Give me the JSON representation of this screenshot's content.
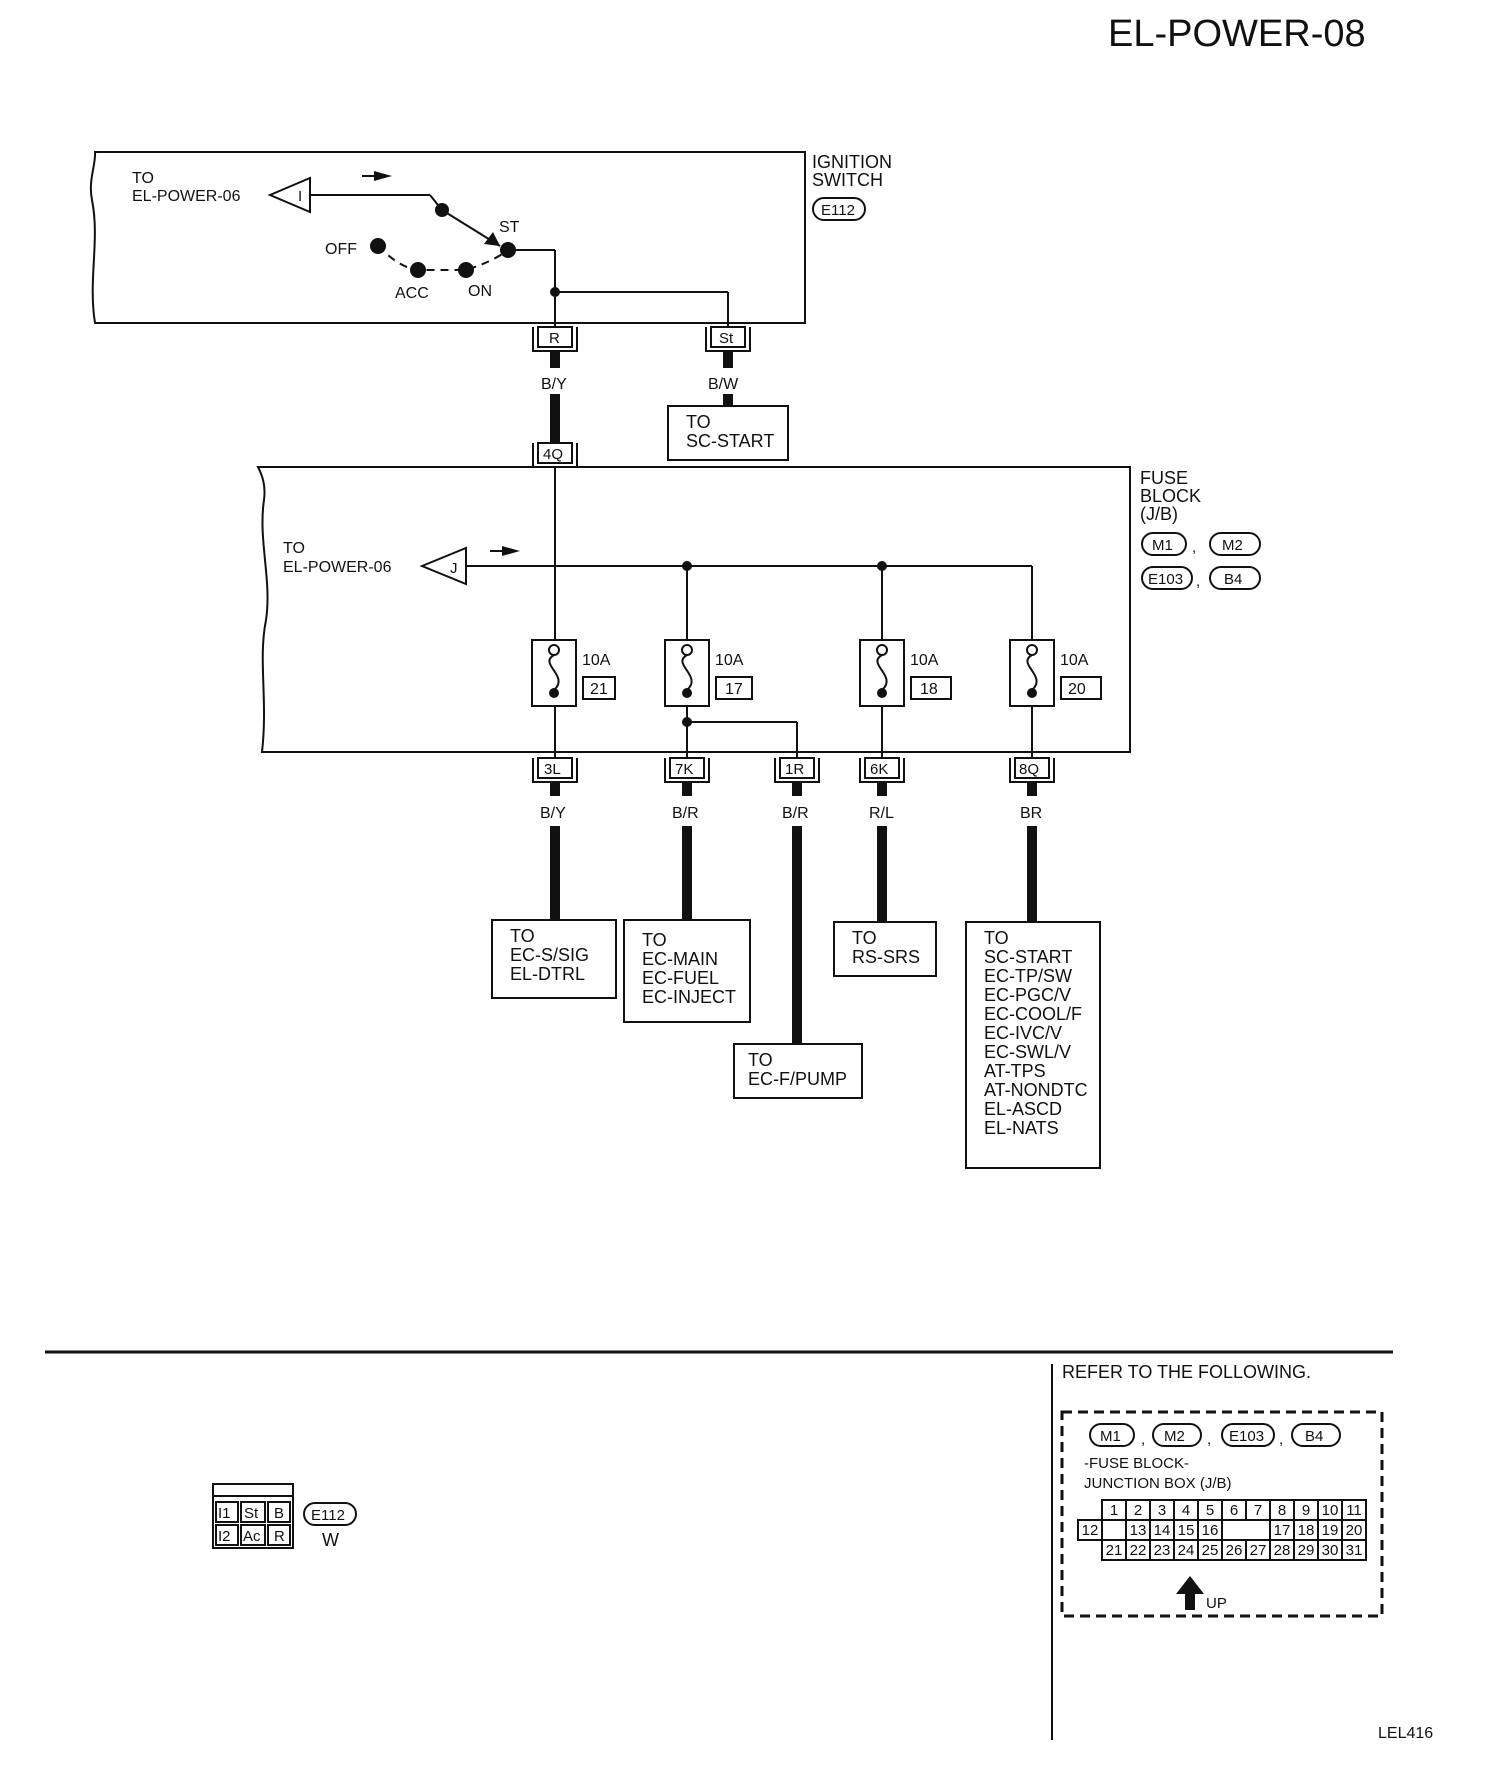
{
  "page_title": "EL-POWER-08",
  "figure_code": "LEL416",
  "ignition_switch": {
    "name_line1": "IGNITION",
    "name_line2": "SWITCH",
    "connector": "E112",
    "ref_to": "TO",
    "ref_page": "EL-POWER-06",
    "ref_symbol": "I",
    "positions": [
      "OFF",
      "ACC",
      "ON",
      "ST"
    ],
    "terminals": [
      "R",
      "St"
    ]
  },
  "wires_top": [
    {
      "color": "B/Y"
    },
    {
      "color": "B/W"
    }
  ],
  "sc_start_box": [
    "TO",
    "SC-START"
  ],
  "jb_top_terminal": "4Q",
  "fuse_block": {
    "name": [
      "FUSE",
      "BLOCK",
      "(J/B)"
    ],
    "connectors": [
      "M1",
      "M2",
      "E103",
      "B4"
    ],
    "ref_to": "TO",
    "ref_page": "EL-POWER-06",
    "ref_symbol": "J"
  },
  "fuses": [
    {
      "rating": "10A",
      "number": "21"
    },
    {
      "rating": "10A",
      "number": "17"
    },
    {
      "rating": "10A",
      "number": "18"
    },
    {
      "rating": "10A",
      "number": "20"
    }
  ],
  "outputs": [
    {
      "terminal": "3L",
      "color": "B/Y"
    },
    {
      "terminal": "7K",
      "color": "B/R"
    },
    {
      "terminal": "1R",
      "color": "B/R"
    },
    {
      "terminal": "6K",
      "color": "R/L"
    },
    {
      "terminal": "8Q",
      "color": "BR"
    }
  ],
  "dest_boxes": [
    [
      "TO",
      "EC-S/SIG",
      "EL-DTRL"
    ],
    [
      "TO",
      "EC-MAIN",
      "EC-FUEL",
      "EC-INJECT"
    ],
    [
      "TO",
      "EC-F/PUMP"
    ],
    [
      "TO",
      "RS-SRS"
    ],
    [
      "TO",
      "SC-START",
      "EC-TP/SW",
      "EC-PGC/V",
      "EC-COOL/F",
      "EC-IVC/V",
      "EC-SWL/V",
      "AT-TPS",
      "AT-NONDTC",
      "EL-ASCD",
      "EL-NATS"
    ]
  ],
  "connector_face": {
    "cells_row1": [
      "I1",
      "St",
      "B"
    ],
    "cells_row2": [
      "I2",
      "Ac",
      "R"
    ],
    "connector": "E112",
    "color": "W"
  },
  "reference": {
    "title": "REFER TO THE FOLLOWING.",
    "connectors": [
      "M1",
      "M2",
      "E103",
      "B4"
    ],
    "desc_line1": "-FUSE BLOCK-",
    "desc_line2": "JUNCTION BOX (J/B)",
    "grid_row1": [
      "1",
      "2",
      "3",
      "4",
      "5",
      "6",
      "7",
      "8",
      "9",
      "10",
      "11"
    ],
    "grid_row2": [
      "12",
      "13",
      "14",
      "15",
      "16",
      "17",
      "18",
      "19",
      "20"
    ],
    "grid_row3": [
      "21",
      "22",
      "23",
      "24",
      "25",
      "26",
      "27",
      "28",
      "29",
      "30",
      "31"
    ],
    "up_label": "UP"
  }
}
